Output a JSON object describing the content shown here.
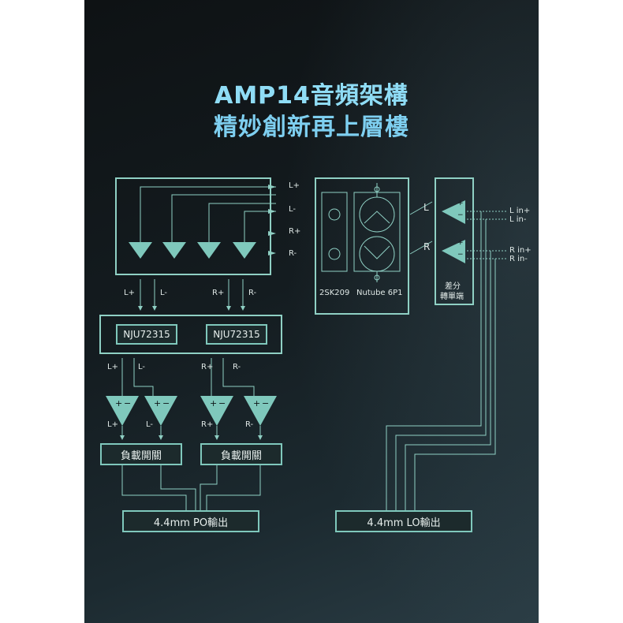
{
  "title": {
    "line1": "AMP14音頻架構",
    "line2": "精妙創新再上層樓"
  },
  "colors": {
    "accent": "#7fc8bc",
    "title": "#8fdcf5",
    "bg": "#141c20"
  },
  "top_signals": {
    "lp": "L+",
    "lm": "L-",
    "rp": "R+",
    "rm": "R-"
  },
  "tube_block": {
    "label1": "2SK209",
    "label2": "Nutube 6P1"
  },
  "diff_block": {
    "L": "L",
    "R": "R",
    "plus": "+",
    "minus": "−",
    "label_line1": "差分",
    "label_line2": "轉單端"
  },
  "inputs": {
    "l_in_p": "L in+",
    "l_in_m": "L in-",
    "r_in_p": "R in+",
    "r_in_m": "R in-"
  },
  "mid_signals": {
    "lp": "L+",
    "lm": "L-",
    "rp": "R+",
    "rm": "R-"
  },
  "nju": {
    "left": "NJU72315",
    "right": "NJU72315"
  },
  "nju_out": {
    "lp": "L+",
    "lm": "L-",
    "rp": "R+",
    "rm": "R-"
  },
  "amp_out": {
    "lp": "L+",
    "lm": "L-",
    "rp": "R+",
    "rm": "R-"
  },
  "amp_sign": {
    "plus": "+",
    "minus": "−"
  },
  "load_switch": {
    "left": "負載開關",
    "right": "負載開關"
  },
  "outputs": {
    "po": "4.4mm PO輸出",
    "lo": "4.4mm LO輸出"
  }
}
